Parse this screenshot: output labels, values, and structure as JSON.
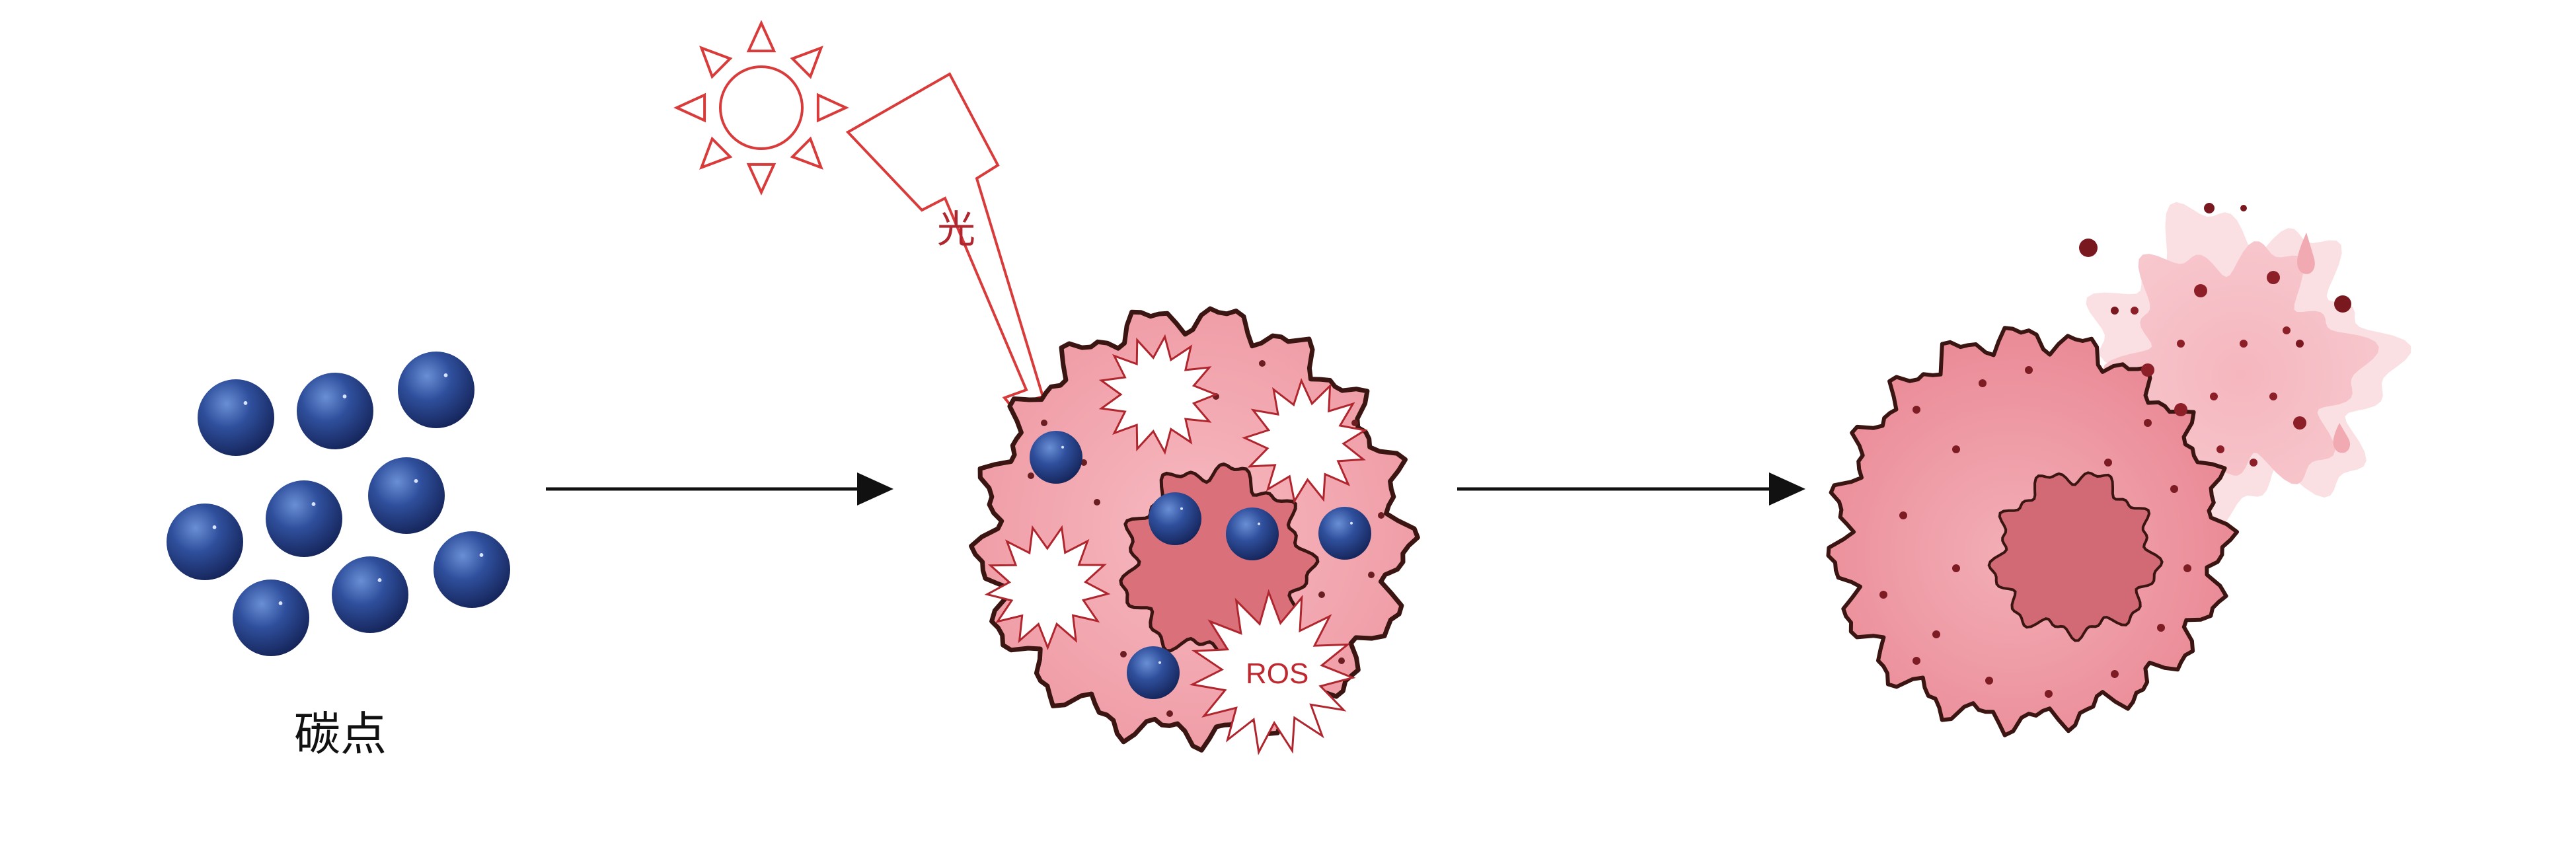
{
  "labels": {
    "carbon_dots": "碳点",
    "light": "光",
    "ros": "ROS"
  },
  "colors": {
    "dot": "#2f4f9c",
    "dot_dark": "#1b2e6e",
    "cell_fill": "#f2a8b0",
    "cell_outline": "#3a1512",
    "nucleus": "#d9707a",
    "sun_and_light": "#d93b3b",
    "arrow": "#111111",
    "debris": "#8c1f27"
  },
  "icons": [
    "sun-icon",
    "lightning-bolt-icon",
    "arrow-right-icon",
    "ros-burst-icon"
  ]
}
